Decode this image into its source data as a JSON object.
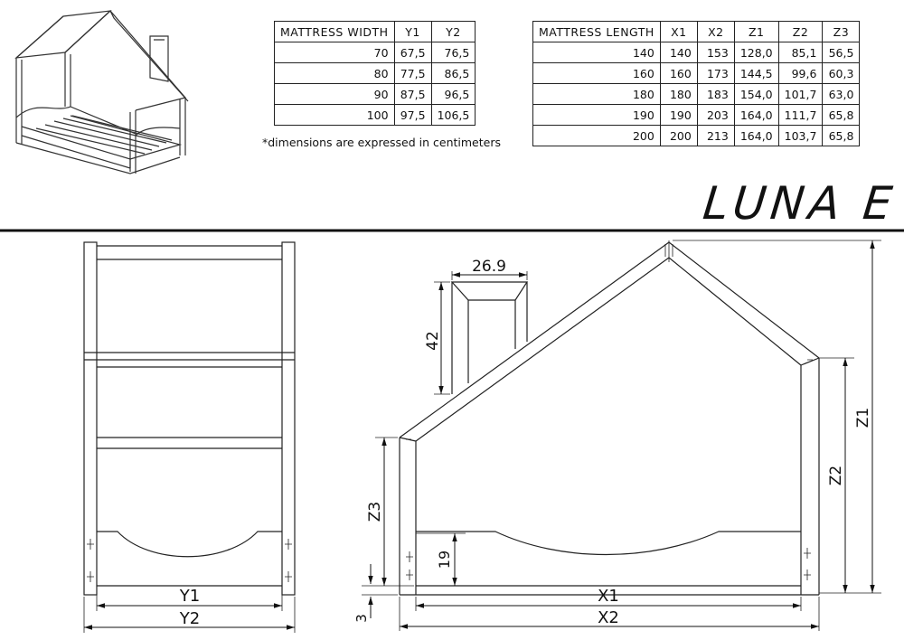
{
  "title": "LUNA E",
  "footnote": "*dimensions are expressed in centimeters",
  "width_table": {
    "headers": [
      "MATTRESS WIDTH",
      "Y1",
      "Y2"
    ],
    "rows": [
      [
        "70",
        "67,5",
        "76,5"
      ],
      [
        "80",
        "77,5",
        "86,5"
      ],
      [
        "90",
        "87,5",
        "96,5"
      ],
      [
        "100",
        "97,5",
        "106,5"
      ]
    ]
  },
  "length_table": {
    "headers": [
      "MATTRESS LENGTH",
      "X1",
      "X2",
      "Z1",
      "Z2",
      "Z3"
    ],
    "rows": [
      [
        "140",
        "140",
        "153",
        "128,0",
        "85,1",
        "56,5"
      ],
      [
        "160",
        "160",
        "173",
        "144,5",
        "99,6",
        "60,3"
      ],
      [
        "180",
        "180",
        "183",
        "154,0",
        "101,7",
        "63,0"
      ],
      [
        "190",
        "190",
        "203",
        "164,0",
        "111,7",
        "65,8"
      ],
      [
        "200",
        "200",
        "213",
        "164,0",
        "103,7",
        "65,8"
      ]
    ]
  },
  "front_view": {
    "y1_label": "Y1",
    "y2_label": "Y2"
  },
  "side_view": {
    "chimney_width": "26.9",
    "chimney_height": "42",
    "z1_label": "Z1",
    "z2_label": "Z2",
    "z3_label": "Z3",
    "rail_height": "19",
    "floor_gap": "3",
    "x1_label": "X1",
    "x2_label": "X2"
  }
}
